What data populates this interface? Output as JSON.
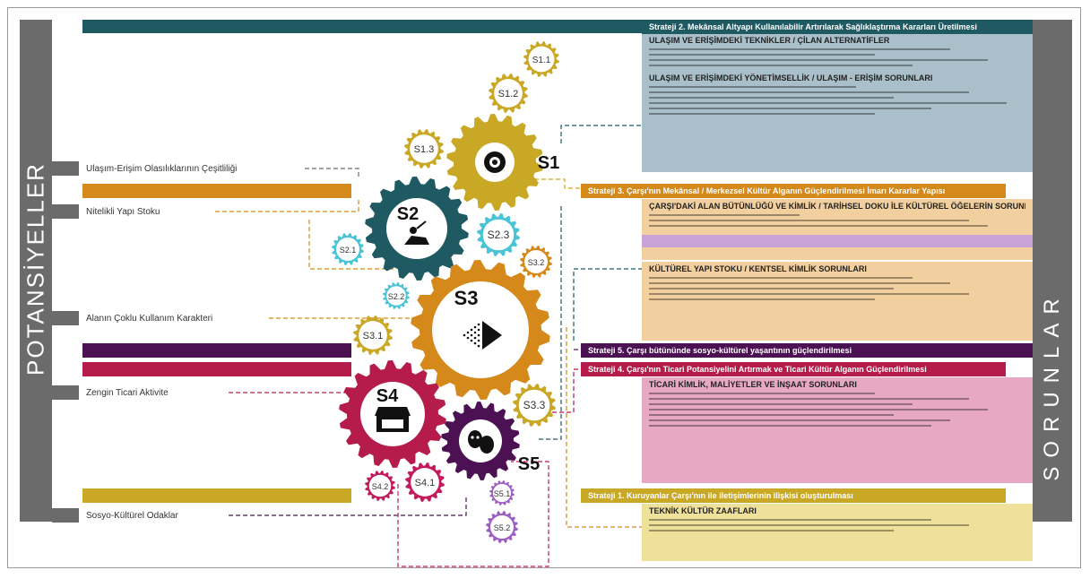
{
  "left_label": "POTANSİYELLER",
  "right_label": "SORUNLAR",
  "potentials": [
    {
      "label": "Ulaşım-Erişim Olasılıklarının Çeşitliliği"
    },
    {
      "label": "Nitelikli Yapı Stoku"
    },
    {
      "label": "Alanın Çoklu Kullanım Karakteri"
    },
    {
      "label": "Zengin Ticari Aktivite"
    },
    {
      "label": "Sosyo-Kültürel Odaklar"
    }
  ],
  "strategies": {
    "s2": "Strateji 2. Mekânsal Altyapı Kullanılabilir Artırılarak Sağlıklaştırma Kararları Üretilmesi",
    "s3": "Strateji 3. Çarşı'nın Mekânsal / Merkezsel Kültür Alganın Güçlendirilmesi İmarı Kararlar Yapısı",
    "s5": "Strateji 5. Çarşı bütününde sosyo-kültürel yaşantının güçlendirilmesi",
    "s4": "Strateji 4. Çarşı'nın Ticari Potansiyelini Artırmak ve Ticari Kültür Alganın Güçlendirilmesi",
    "s1": "Strateji 1. Kuruyanlar Çarşı'nın ile iletişimlerinin ilişkisi oluşturulması"
  },
  "panel_heads": {
    "p1": "ULAŞIM VE ERİŞİMDEKİ TEKNİKLER / ÇİLAN ALTERNATİFLER",
    "p2": "ULAŞIM VE ERİŞİMDEKİ YÖNETİMSELLİK / ULAŞIM - ERİŞİM SORUNLARI",
    "p3": "ÇARŞI'DAKİ ALAN BÜTÜNLÜĞÜ VE KİMLİK / TARİHSEL DOKU İLE KÜLTÜREL ÖĞELERİN SORUNLARI",
    "p4": "KÜLTÜREL YAPI STOKU / KENTSEL KİMLİK SORUNLARI",
    "p5": "TİCARİ KİMLİK, MALİYETLER VE İNŞAAT SORUNLARI",
    "p6": "TEKNİK KÜLTÜR ZAAFLARI"
  },
  "gears": {
    "s1": {
      "label": "S1",
      "sub": [
        "S1.1",
        "S1.2",
        "S1.3"
      ]
    },
    "s2": {
      "label": "S2",
      "sub": [
        "S2.1",
        "S2.2",
        "S2.3"
      ]
    },
    "s3": {
      "label": "S3",
      "sub": [
        "S3.1",
        "S3.2",
        "S3.3"
      ]
    },
    "s4": {
      "label": "S4",
      "sub": [
        "S4.1",
        "S4.2"
      ]
    },
    "s5": {
      "label": "S5",
      "sub": [
        "S5.1",
        "S5.2"
      ]
    }
  },
  "icons": {
    "s1": "target-icon",
    "s2": "builder-icon",
    "s3": "play-icon",
    "s4": "market-stall-icon",
    "s5": "theatre-masks-icon"
  },
  "colors": {
    "gray": "#6b6b6b",
    "teal": "#1f5a63",
    "gold": "#c9a825",
    "orange": "#d4891a",
    "cyan": "#49c3d6",
    "purple": "#4b1153",
    "crimson": "#b51b4b",
    "magenta": "#c21a5a",
    "violet": "#9d5fc4",
    "panel_blue": "#a9bfc9",
    "panel_peach": "#f2cf9e",
    "panel_lavender": "#c9a2d8",
    "panel_pink": "#e7a8c3",
    "panel_yellow": "#efe19a"
  }
}
